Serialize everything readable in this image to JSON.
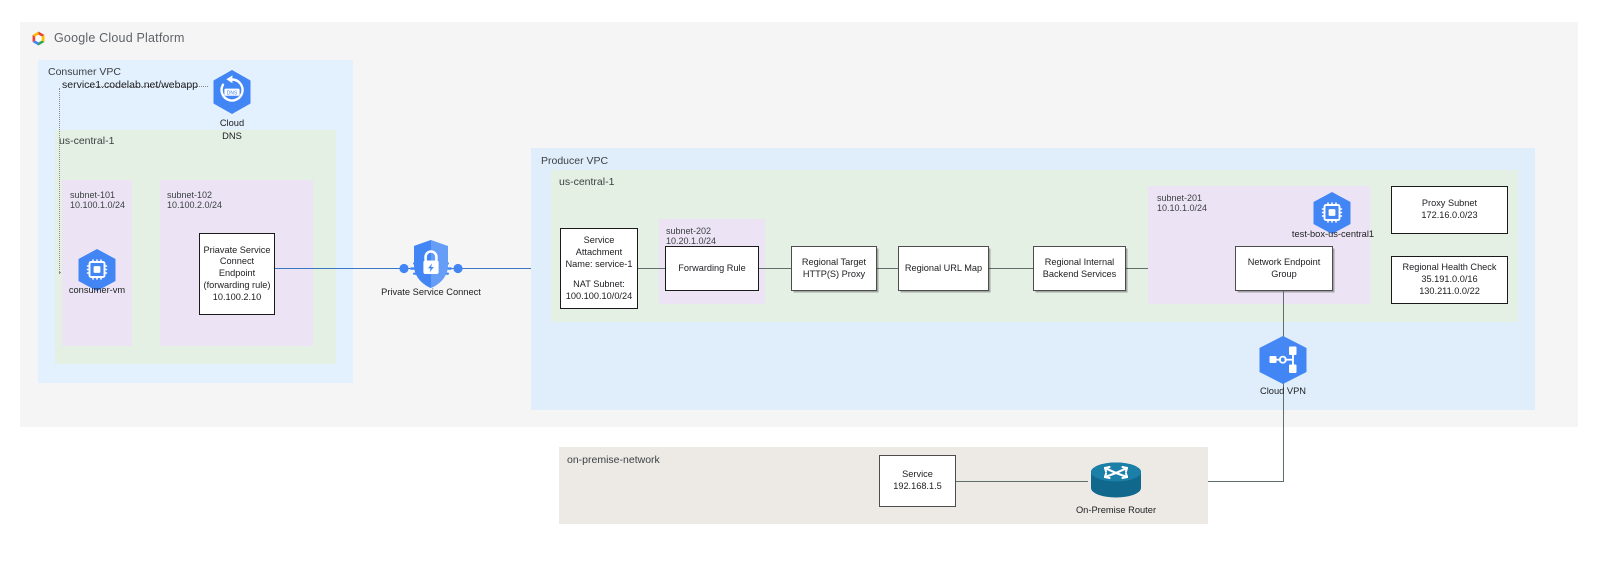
{
  "brand": {
    "logo_icon": "google-cloud-hexagon-icon",
    "title": "Google Cloud Platform",
    "accent_blue": "#4285F4",
    "accent_red": "#EA4335",
    "accent_yellow": "#FBBC05",
    "accent_green": "#34A853"
  },
  "consumer_vpc": {
    "label": "Consumer VPC",
    "region_label": "us-central-1",
    "dns_record": "service1.codelab.net/webapp",
    "cloud_dns": {
      "icon": "cloud-dns-icon",
      "label_line1": "Cloud",
      "label_line2": "DNS"
    },
    "subnets": [
      {
        "name": "subnet-101",
        "cidr": "10.100.1.0/24"
      },
      {
        "name": "subnet-102",
        "cidr": "10.100.2.0/24"
      }
    ],
    "consumer_vm": {
      "icon": "compute-engine-vm-icon",
      "label": "consumer-vm"
    },
    "psc_endpoint": {
      "line1": "Priavate Service",
      "line2": "Connect Endpoint",
      "line3": "(forwarding rule)",
      "line4": "10.100.2.10"
    }
  },
  "private_service_connect": {
    "icon": "private-service-connect-shield-icon",
    "label": "Private Service Connect"
  },
  "producer_vpc": {
    "label": "Producer VPC",
    "region_label": "us-central-1",
    "service_attachment": {
      "line1": "Service",
      "line2": "Attachment",
      "line3": "Name: service-1",
      "line4": "NAT Subnet:",
      "line5": "100.100.10/0/24"
    },
    "subnet_202": {
      "name": "subnet-202",
      "cidr": "10.20.1.0/24"
    },
    "subnet_201": {
      "name": "subnet-201",
      "cidr": "10.10.1.0/24"
    },
    "chain": [
      {
        "label": "Forwarding Rule"
      },
      {
        "line1": "Regional Target",
        "line2": "HTTP(S) Proxy"
      },
      {
        "label": "Regional URL Map"
      },
      {
        "line1": "Regional Internal",
        "line2": "Backend Services"
      },
      {
        "line1": "Network Endpoint",
        "line2": "Group"
      }
    ],
    "test_box": {
      "icon": "compute-engine-vm-icon",
      "label": "test-box-us-central1"
    },
    "proxy_subnet": {
      "line1": "Proxy Subnet",
      "line2": "172.16.0.0/23"
    },
    "health_check": {
      "line1": "Regional Health Check",
      "line2": "35.191.0.0/16",
      "line3": "130.211.0.0/22"
    },
    "cloud_vpn": {
      "icon": "cloud-vpn-icon",
      "label": "Cloud VPN"
    }
  },
  "on_premise": {
    "label": "on-premise-network",
    "service": {
      "line1": "Service",
      "line2": "192.168.1.5"
    },
    "router": {
      "icon": "on-premise-router-icon",
      "label": "On-Premise Router"
    }
  }
}
